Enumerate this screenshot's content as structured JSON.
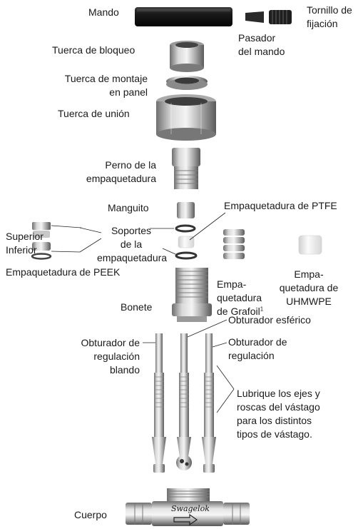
{
  "labels": {
    "mando": "Mando",
    "tornillo": "Tornillo de\nfijación",
    "pasador": "Pasador\ndel mando",
    "tuerca_bloqueo": "Tuerca de bloqueo",
    "tuerca_montaje": "Tuerca de montaje\nen panel",
    "tuerca_union": "Tuerca de unión",
    "perno": "Perno de la\nempaquetadura",
    "manguito": "Manguito",
    "ptfe": "Empaquetadura de PTFE",
    "superior": "Superior",
    "inferior": "Inferior",
    "soportes": "Soportes\nde la\nempaquetadura",
    "peek": "Empaquetadura de PEEK",
    "grafoil": "Empa-\nquetadura\nde Grafoil",
    "grafoil_sup": "1",
    "uhmwpe": "Empa-\nquetadura de\nUHMWPE",
    "bonete": "Bonete",
    "obturador_esferico": "Obturador esférico",
    "obturador_blando": "Obturador de\nregulación\nblando",
    "obturador_regulacion": "Obturador de\nregulación",
    "lubrique": "Lubrique los ejes y\nroscas del vástago\npara los distintos\ntipos de vástago.",
    "cuerpo": "Cuerpo",
    "logo": "Swagelok"
  }
}
